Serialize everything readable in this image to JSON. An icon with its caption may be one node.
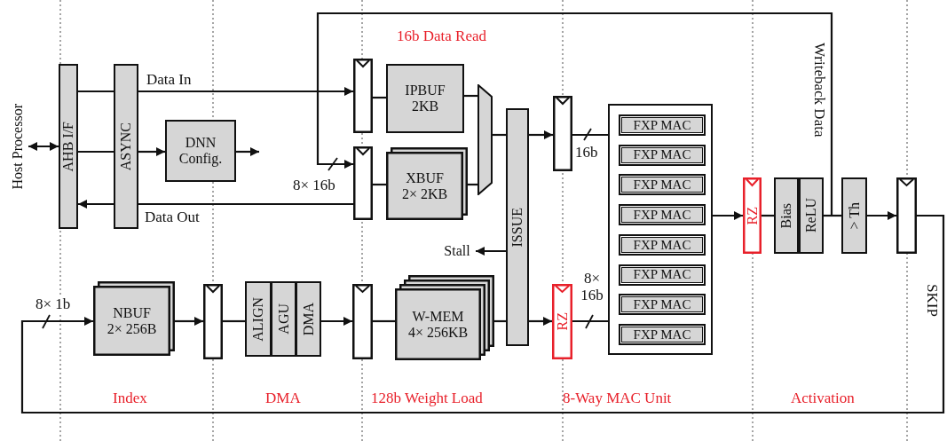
{
  "diagram": {
    "nodes": [
      {
        "text": [
          "Host Processor"
        ]
      },
      {
        "text": [
          "AHB I/F"
        ]
      },
      {
        "text": [
          "ASYNC"
        ]
      },
      {
        "text": [
          "DNN Config."
        ]
      },
      {
        "text": [],
        "shape": "box"
      },
      {
        "text": [
          "IPBUF 2KB"
        ]
      },
      {
        "text": [],
        "shape": "box"
      },
      {
        "text": [
          "XBUF 2× 2KB"
        ]
      },
      {
        "text": [],
        "shape": "trapezoid"
      },
      {
        "text": [
          "ISSUE"
        ]
      },
      {
        "text": [],
        "shape": "box"
      },
      {
        "text": [],
        "shape": "box"
      },
      {
        "text": [
          "FXP MAC"
        ],
        "in": 11
      },
      {
        "text": [
          "FXP MAC"
        ],
        "in": 11
      },
      {
        "text": [
          "FXP MAC"
        ],
        "in": 11
      },
      {
        "text": [
          "FXP MAC"
        ],
        "in": 11
      },
      {
        "text": [
          "FXP MAC"
        ],
        "in": 11
      },
      {
        "text": [
          "FXP MAC"
        ],
        "in": 11
      },
      {
        "text": [
          "FXP MAC"
        ],
        "in": 11
      },
      {
        "text": [
          "FXP MAC"
        ],
        "in": 11
      },
      {
        "text": [
          "RZ"
        ]
      },
      {
        "text": [
          "Bias"
        ]
      },
      {
        "text": [
          "ReLU"
        ]
      },
      {
        "text": [
          "> Th"
        ]
      },
      {
        "text": [],
        "shape": "box"
      },
      {
        "text": [
          "NBUF 2× 256B"
        ]
      },
      {
        "text": [],
        "shape": "box"
      },
      {
        "text": [
          "ALIGN"
        ]
      },
      {
        "text": [
          "AGU"
        ]
      },
      {
        "text": [
          "DMA"
        ]
      },
      {
        "text": [],
        "shape": "box"
      },
      {
        "text": [
          "W-MEM 4× 256KB"
        ]
      },
      {
        "text": [
          "RZ"
        ]
      },
      {
        "text": [
          "Stall"
        ]
      }
    ],
    "edges": [
      {
        "from": 0,
        "to": 1,
        "arrow": "both"
      },
      {
        "from": 1,
        "to": 2,
        "arrow": "none"
      },
      {
        "from": 2,
        "to": 4,
        "arrow": "to",
        "label": "Data In"
      },
      {
        "from": 1,
        "to": 2,
        "arrow": "none"
      },
      {
        "from": 2,
        "to": 3,
        "arrow": "to"
      },
      {
        "from": 3,
        "to": null,
        "arrow": "to"
      },
      {
        "from": 6,
        "to": 2,
        "arrow": "none",
        "label": "Data Out"
      },
      {
        "from": 2,
        "to": 1,
        "arrow": "to"
      },
      {
        "from": 4,
        "to": 5,
        "arrow": "none"
      },
      {
        "from": 6,
        "to": 7,
        "arrow": "none"
      },
      {
        "from": 5,
        "to": 8,
        "arrow": "none"
      },
      {
        "from": 7,
        "to": 8,
        "arrow": "none"
      },
      {
        "from": 8,
        "to": 9,
        "arrow": "none"
      },
      {
        "from": 9,
        "to": 10,
        "arrow": "to"
      },
      {
        "from": 9,
        "to": 33,
        "arrow": "to"
      },
      {
        "from": 31,
        "to": 9,
        "arrow": "none"
      },
      {
        "from": 9,
        "to": 32,
        "arrow": "to"
      },
      {
        "from": 10,
        "to": 11,
        "arrow": "none",
        "label": "16b"
      },
      {
        "from": 32,
        "to": 11,
        "arrow": "none",
        "label": "8× 16b"
      },
      {
        "from": 11,
        "to": 20,
        "arrow": "to"
      },
      {
        "from": 20,
        "to": 21,
        "arrow": "none"
      },
      {
        "from": 22,
        "to": 23,
        "arrow": "none"
      },
      {
        "from": 22,
        "to": 6,
        "arrow": "to",
        "label": "Writeback Data"
      },
      {
        "from": 23,
        "to": 24,
        "arrow": "to"
      },
      {
        "from": 24,
        "to": 25,
        "arrow": "to",
        "label": "SKIP"
      },
      {
        "from": 25,
        "to": 26,
        "arrow": "to"
      },
      {
        "from": 26,
        "to": 27,
        "arrow": "none"
      },
      {
        "from": 29,
        "to": 30,
        "arrow": "to"
      },
      {
        "from": 30,
        "to": 31,
        "arrow": "none"
      }
    ],
    "labels": [
      "16b Data Read",
      "8× 16b",
      "8× 1b",
      "Index",
      "DMA",
      "128b Weight Load",
      "8-Way MAC Unit",
      "Activation"
    ]
  }
}
